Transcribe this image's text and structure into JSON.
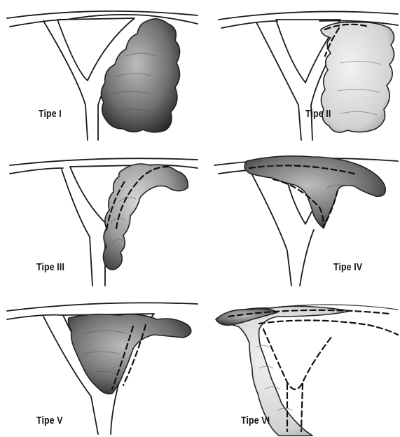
{
  "figure": {
    "panels": [
      {
        "id": "p1",
        "label": "Tipe I"
      },
      {
        "id": "p2",
        "label": "Tipe II"
      },
      {
        "id": "p3",
        "label": "Tipe III"
      },
      {
        "id": "p4",
        "label": "Tipe IV"
      },
      {
        "id": "p5",
        "label": "Tipe V"
      },
      {
        "id": "p6",
        "label": "Tipe VI"
      }
    ]
  }
}
